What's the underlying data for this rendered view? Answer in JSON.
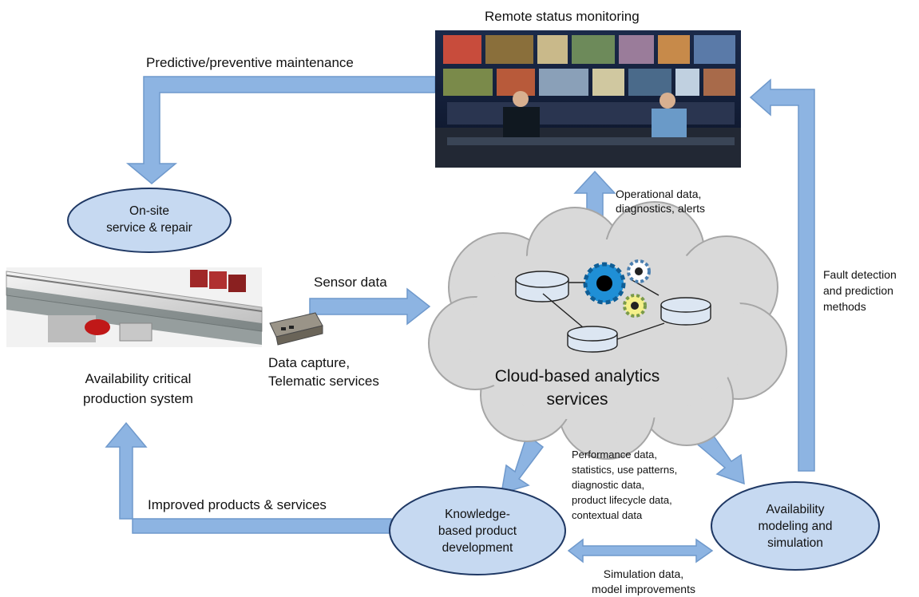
{
  "labels": {
    "remote_monitoring": "Remote status monitoring",
    "predictive_maintenance": "Predictive/preventive maintenance",
    "operational_data": [
      "Operational data,",
      "diagnostics, alerts"
    ],
    "sensor_data": "Sensor data",
    "data_capture": [
      "Data capture,",
      "Telematic services"
    ],
    "availability_critical": [
      "Availability critical",
      "production system"
    ],
    "fault_detection": [
      "Fault detection",
      "and prediction",
      "methods"
    ],
    "improved_products": "Improved products & services",
    "performance_data": [
      "Performance data,",
      "statistics, use patterns,",
      "diagnostic data,",
      "product lifecycle data,",
      "contextual data"
    ],
    "simulation_data": [
      "Simulation data,",
      "model improvements"
    ]
  },
  "nodes": {
    "onsite": [
      "On-site",
      "service & repair"
    ],
    "cloud": [
      "Cloud-based analytics",
      "services"
    ],
    "knowledge": [
      "Knowledge-",
      "based product",
      "development"
    ],
    "availability_modeling": [
      "Availability",
      "modeling and",
      "simulation"
    ]
  },
  "colors": {
    "arrow_fill": "#8db4e2",
    "arrow_stroke": "#6f99cc",
    "ellipse_fill": "#c6d9f1",
    "ellipse_stroke": "#1f3864",
    "cloud_fill": "#d9d9d9",
    "cloud_stroke": "#a6a6a6",
    "gear_blue": "#1f8fd6",
    "gear_yellow": "#f5f08a"
  }
}
